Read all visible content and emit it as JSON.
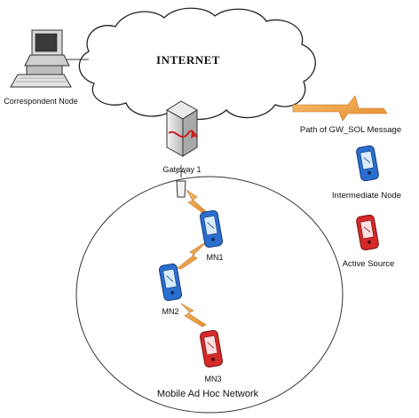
{
  "diagram": {
    "internet_label": "INTERNET",
    "correspondent_node_label": "Correspondent Node",
    "gateway_label": "Gateway 1",
    "network_label": "Mobile Ad Hoc Network",
    "nodes": [
      {
        "id": "MN1",
        "label": "MN1",
        "role": "intermediate"
      },
      {
        "id": "MN2",
        "label": "MN2",
        "role": "intermediate"
      },
      {
        "id": "MN3",
        "label": "MN3",
        "role": "active-source"
      }
    ]
  },
  "legend": {
    "path_label": "Path of GW_SOL Message",
    "intermediate_label": "Intermediate Node",
    "active_source_label": "Active Source",
    "path_icon": "lightning-bolt-icon",
    "intermediate_icon": "blue-pda-icon",
    "active_source_icon": "red-pda-icon"
  },
  "colors": {
    "intermediate": "#2a6fd0",
    "active_source": "#d42a2a",
    "path": "#f0a040"
  }
}
